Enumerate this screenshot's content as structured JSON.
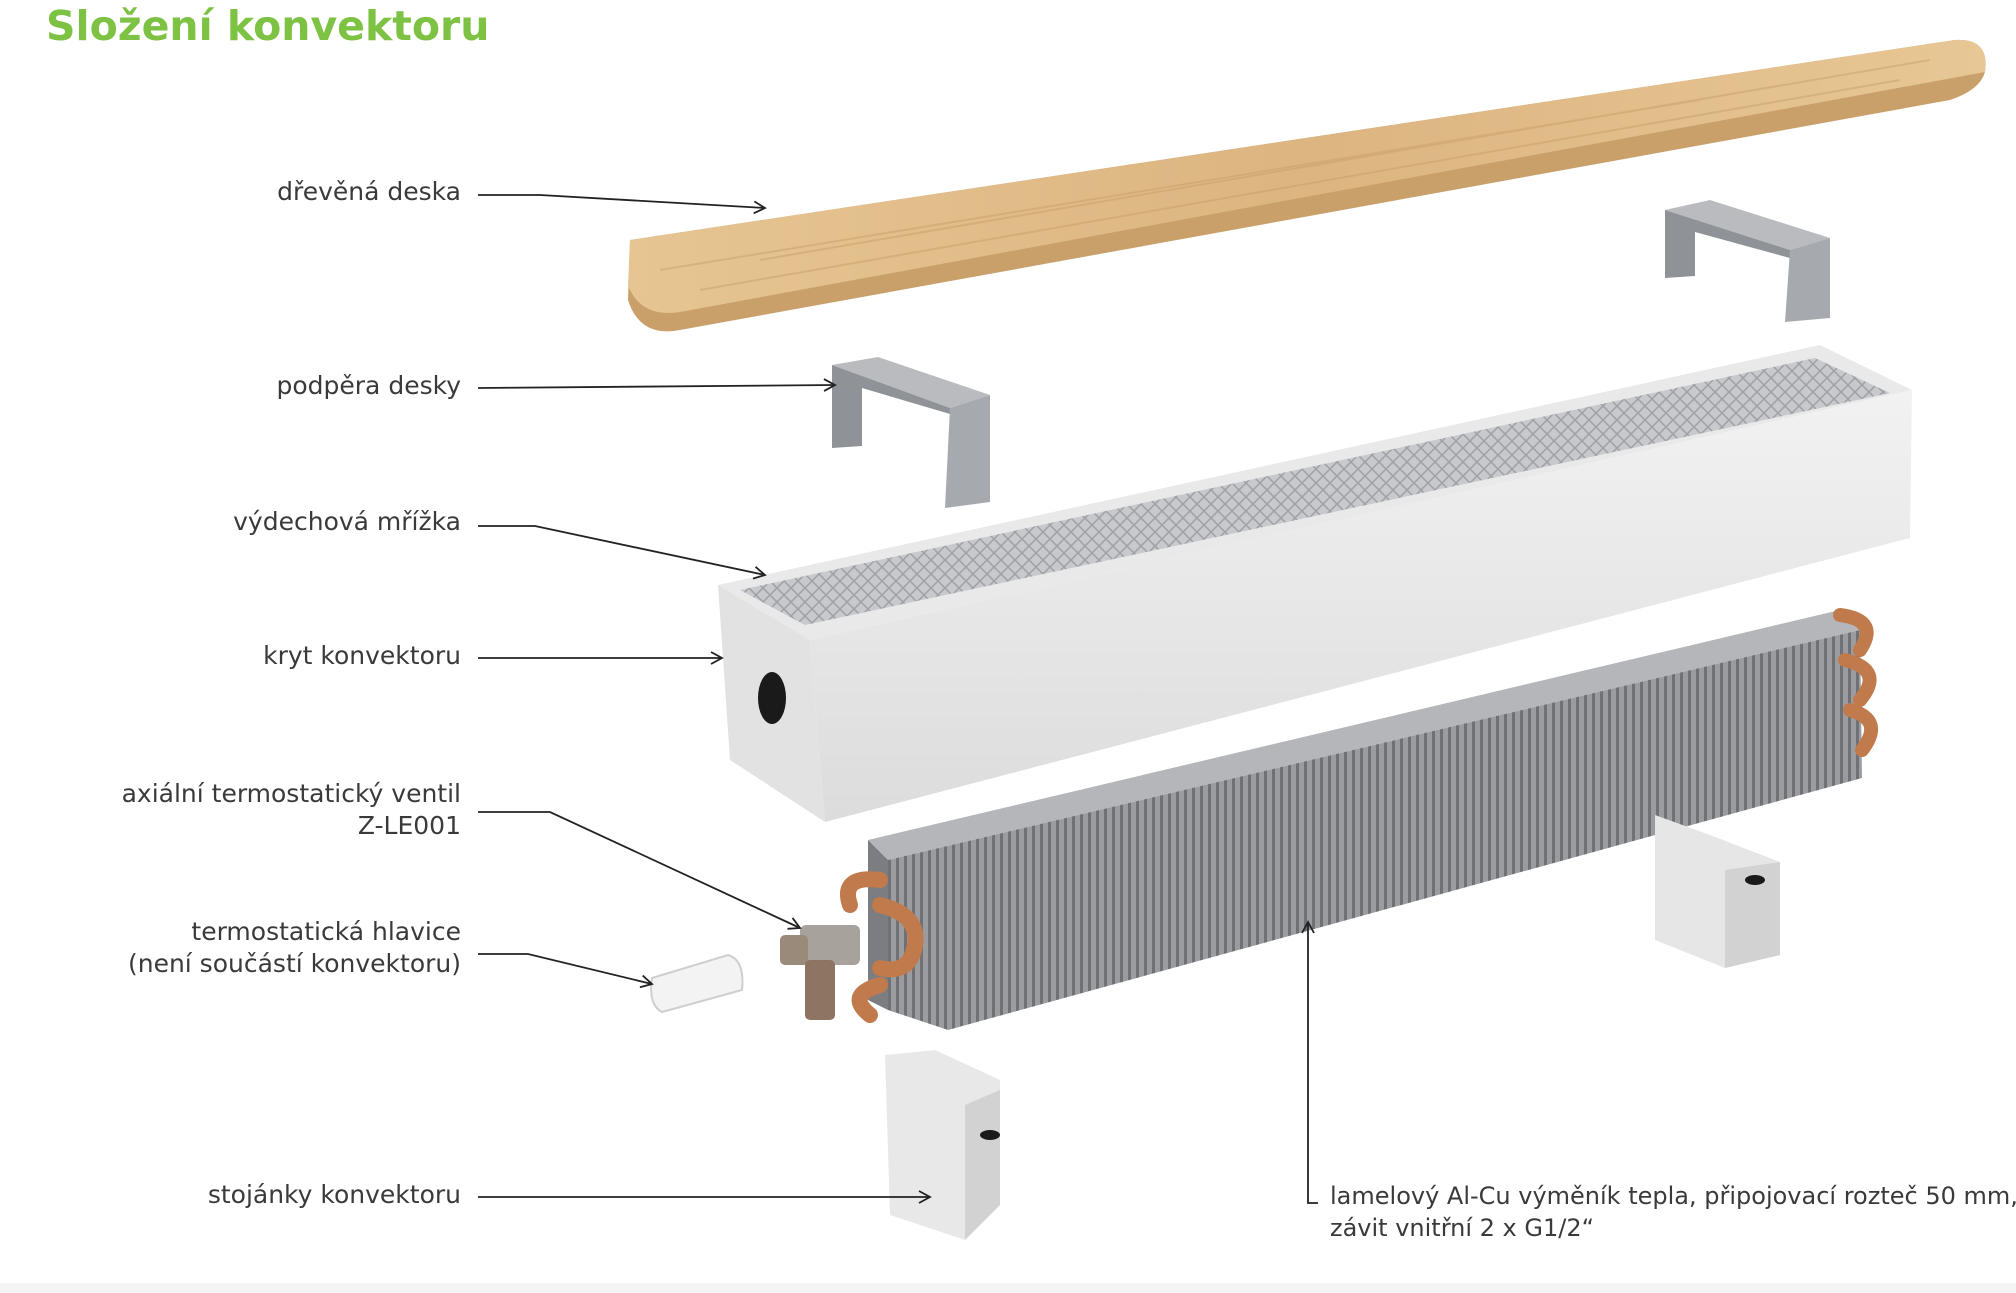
{
  "title": "Složení konvektoru",
  "labels": {
    "wood_board": "dřevěná deska",
    "board_support": "podpěra desky",
    "outlet_grille": "výdechová mřížka",
    "cover": "kryt konvektoru",
    "valve": [
      "axiální termostatický ventil",
      "Z-LE001"
    ],
    "thermo_head": [
      "termostatická hlavice",
      "(není součástí konvektoru)"
    ],
    "stands": "stojánky konvektoru",
    "exchanger": [
      "lamelový Al-Cu výměník tepla, připojovací rozteč 50 mm,",
      "závit vnitřní 2 x G1/2“"
    ]
  },
  "colors": {
    "title": "#7dc242",
    "text": "#3a3a3a",
    "wood": "#e2c08e",
    "cover": "#ececec",
    "exchanger": "#8c8e91",
    "copper": "#c07a4c",
    "support": "#9b9ea3"
  }
}
